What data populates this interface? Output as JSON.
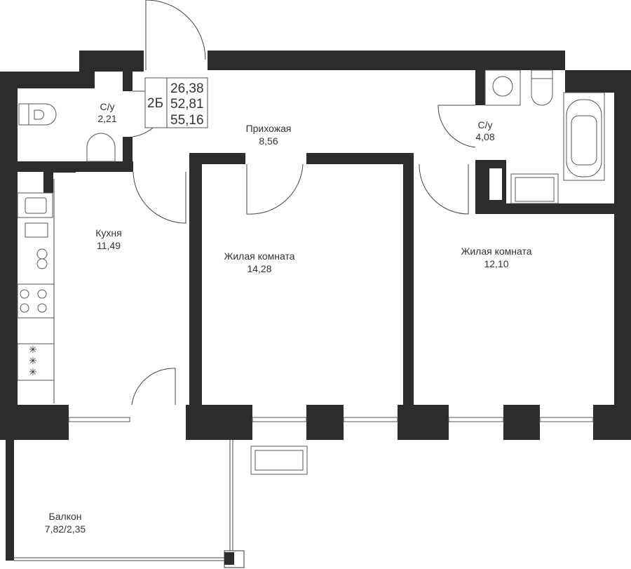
{
  "apartment": {
    "type_label": "2Б",
    "areas": [
      "26,38",
      "52,81",
      "55,16"
    ]
  },
  "rooms": [
    {
      "name": "С/у",
      "area": "2,21"
    },
    {
      "name": "Прихожая",
      "area": "8,56"
    },
    {
      "name": "С/у",
      "area": "4,08"
    },
    {
      "name": "Кухня",
      "area": "11,49"
    },
    {
      "name": "Жилая комната",
      "area": "14,28"
    },
    {
      "name": "Жилая комната",
      "area": "12,10"
    },
    {
      "name": "Балкон",
      "area": "7,82/2,35"
    }
  ],
  "colors": {
    "wall": "#2c2c2c",
    "background": "#ffffff"
  }
}
